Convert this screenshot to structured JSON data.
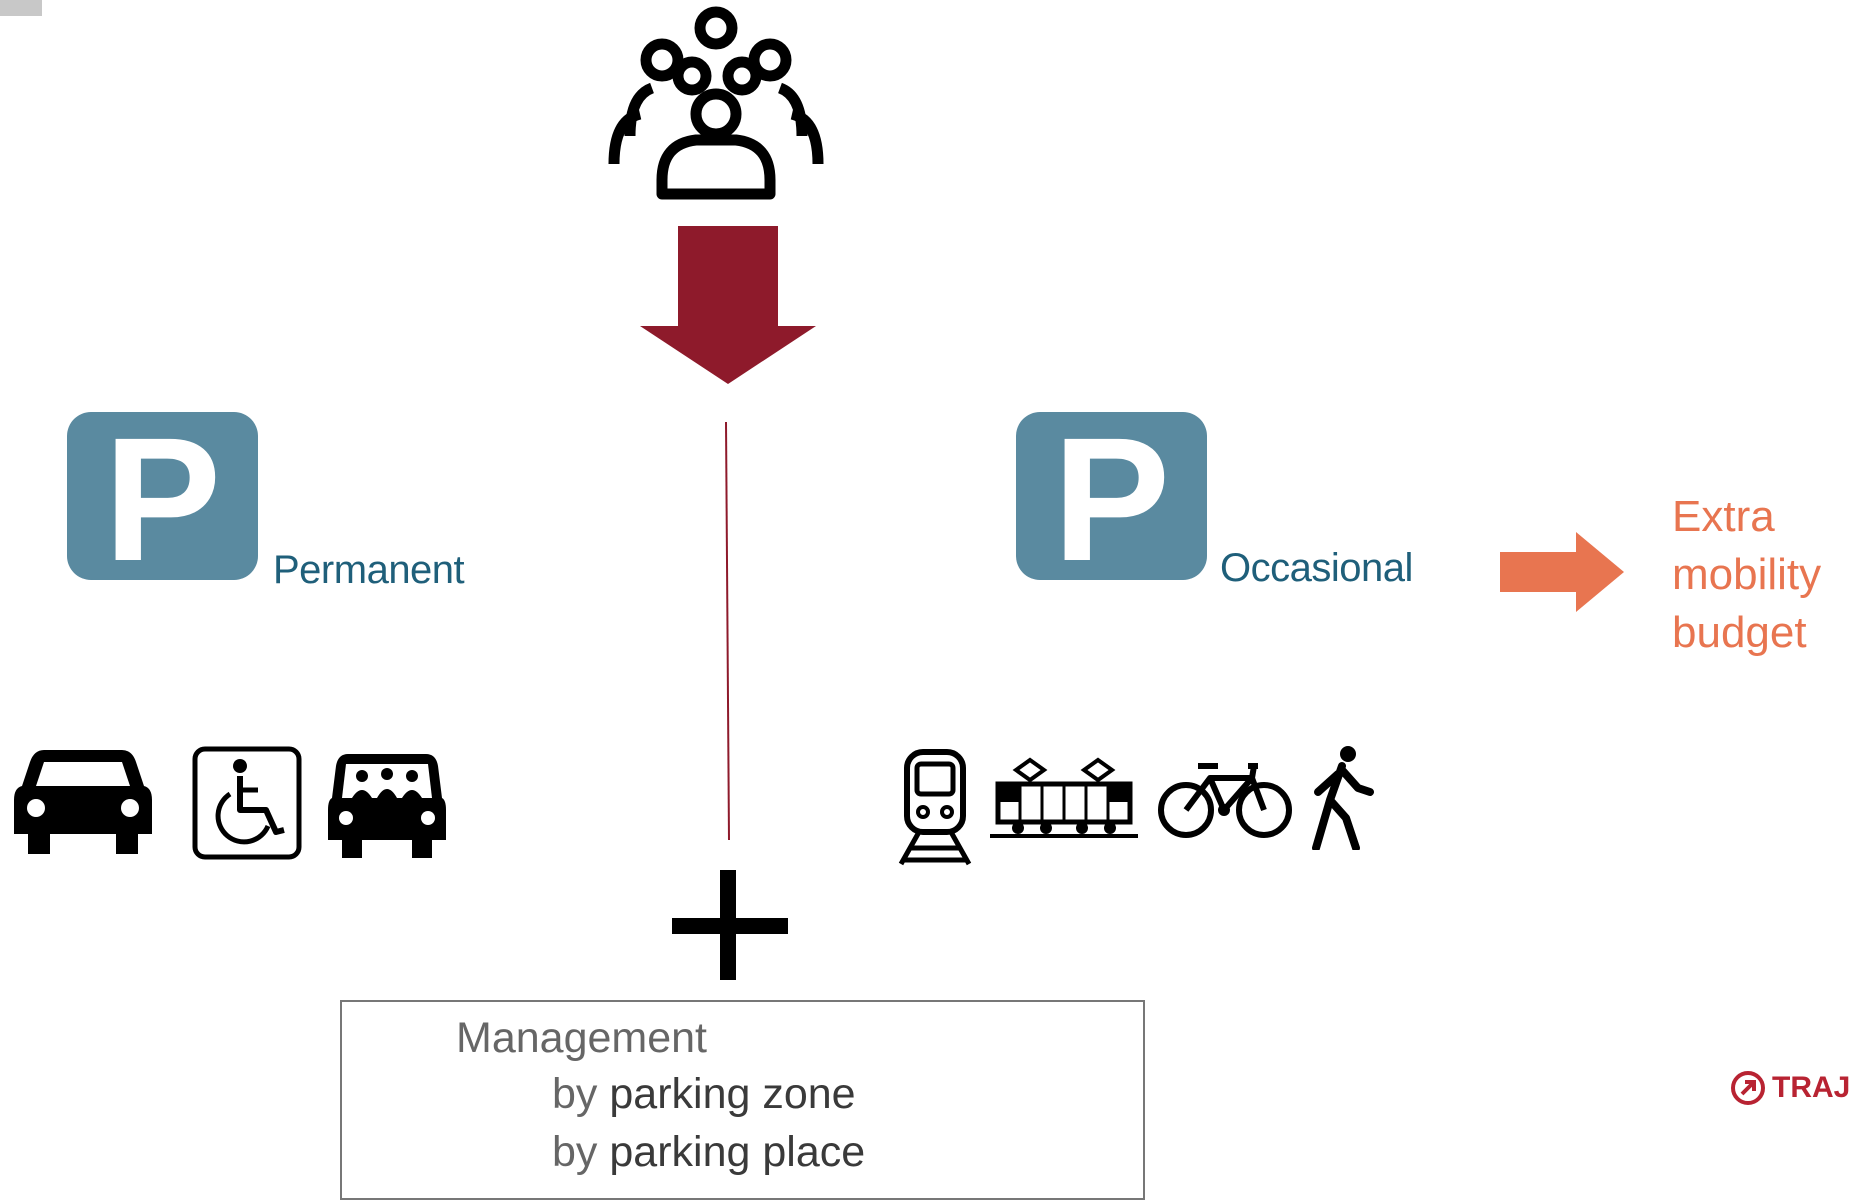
{
  "icons": {
    "group": "group-of-people-icon",
    "down_arrow": "down-arrow-icon",
    "parking": "parking-sign-icon",
    "right_arrow": "right-arrow-icon",
    "car": "car-icon",
    "wheelchair": "wheelchair-icon",
    "carpool": "carpool-van-icon",
    "train": "train-icon",
    "tram": "tram-icon",
    "bicycle": "bicycle-icon",
    "pedestrian": "pedestrian-icon",
    "plus": "plus-icon"
  },
  "parking": {
    "letter": "P",
    "permanent_label": "Permanent",
    "occasional_label": "Occasional"
  },
  "budget": {
    "line1": "Extra",
    "line2": "mobility",
    "line3": "budget"
  },
  "management": {
    "title": "Management",
    "by": "by",
    "zone": "parking zone",
    "place": "parking place"
  },
  "logo": {
    "text": "TRAJ"
  },
  "colors": {
    "dark_red": "#8e1a2b",
    "parking_blue": "#5a8aa0",
    "label_blue": "#1f5f7a",
    "orange": "#e87550",
    "logo_red": "#b82332"
  }
}
